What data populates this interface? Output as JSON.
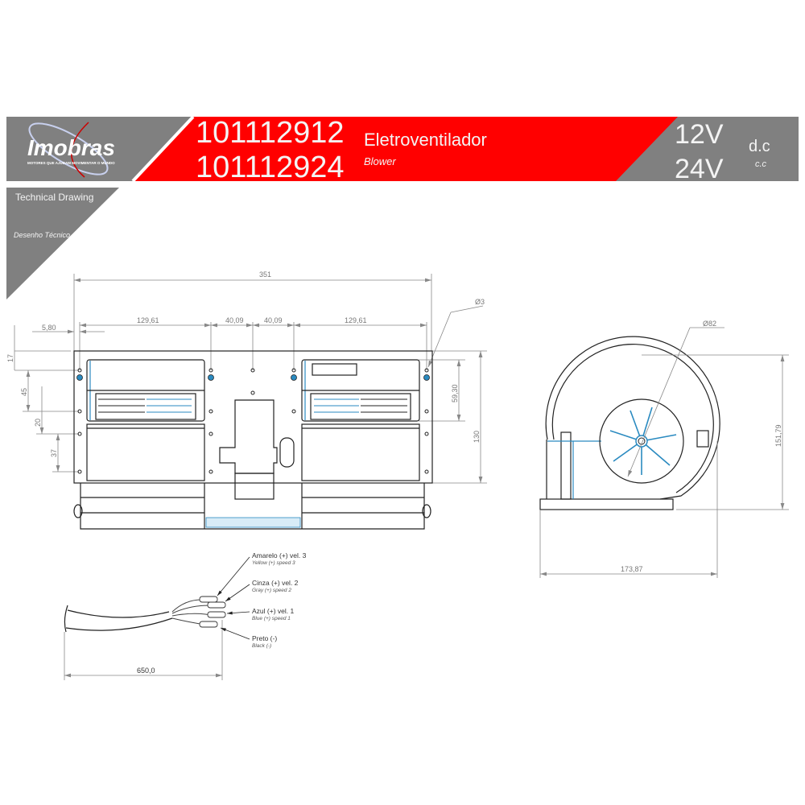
{
  "header": {
    "logo_text": "Imobras",
    "logo_tagline": "MOTORES QUE AJUDAM MOVIMENTAR O MUNDO",
    "part_numbers": [
      "101112912",
      "101112924"
    ],
    "product_name": "Eletroventilador",
    "product_name_en": "Blower",
    "voltages": [
      "12V",
      "24V"
    ],
    "current_type": "d.c",
    "current_type_pt": "c.c",
    "section_title": "Technical Drawing",
    "section_title_pt": "Desenho Técnico",
    "colors": {
      "red": "#ff0000",
      "gray": "#808080"
    }
  },
  "front_view": {
    "dims": {
      "overall_width": "351",
      "offset": "5,80",
      "left_span": "129,61",
      "center_left": "40,09",
      "center_right": "40,09",
      "right_span": "129,61",
      "hole_diameter": "Ø3",
      "v17": "17",
      "v45": "45",
      "v20": "20",
      "v37": "37",
      "v59": "59,30",
      "height": "130"
    }
  },
  "side_view": {
    "dims": {
      "wheel_diameter": "Ø82",
      "height": "151,79",
      "depth": "173,87"
    }
  },
  "cable": {
    "length": "650,0",
    "wires": [
      {
        "pt": "Amarelo (+) vel. 3",
        "en": "Yellow (+) speed  3"
      },
      {
        "pt": "Cinza (+) vel. 2",
        "en": "Gray (+) speed  2"
      },
      {
        "pt": "Azul (+) vel. 1",
        "en": "Blue (+) speed 1"
      },
      {
        "pt": "Preto (-)",
        "en": "Black (-)"
      }
    ]
  }
}
